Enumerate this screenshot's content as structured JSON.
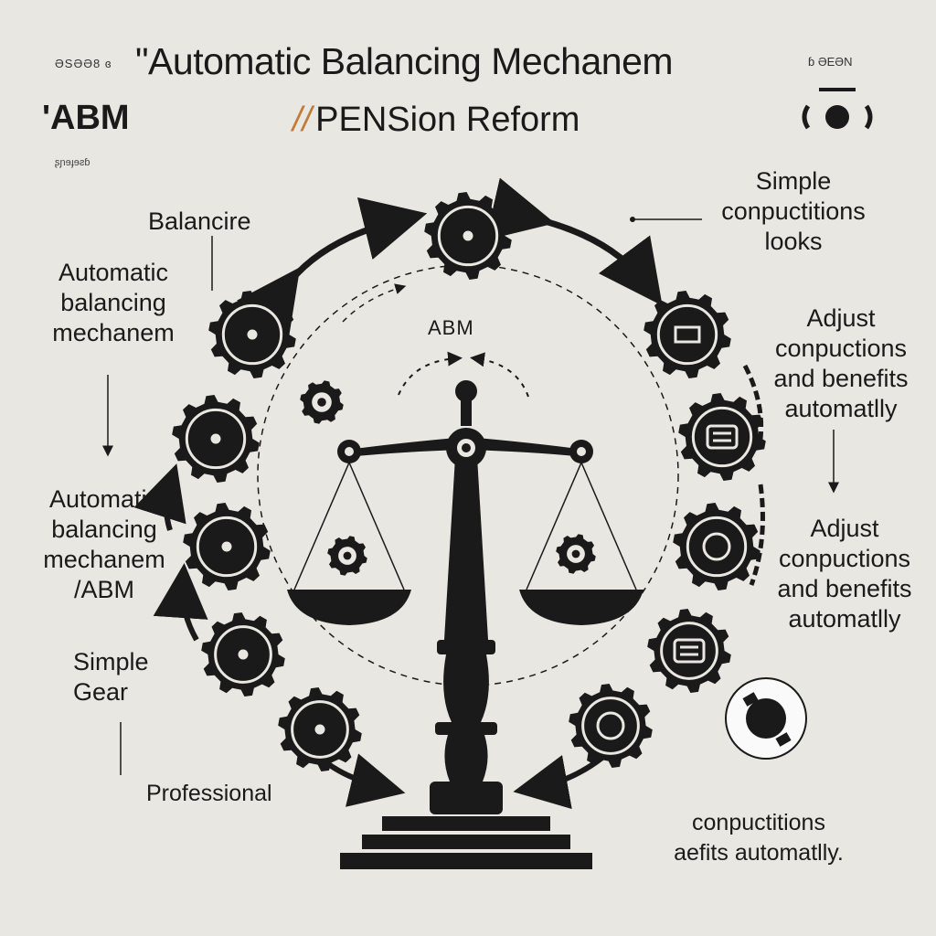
{
  "header": {
    "small_left": "ƏSƏƏ8 ɞ",
    "small_right": "ɓ ƏEƏN",
    "title": "\"Automatic Balancing Mechanem",
    "abm": "'ABM",
    "subtitle_mark": "//",
    "subtitle": "PENSion Reform",
    "tiny_caption": "ʂɲɘɟɘƨɓ"
  },
  "center": {
    "label": "ABM"
  },
  "labels": {
    "balancire": "Balancire",
    "simple_contributions": [
      "Simple",
      "conpuctitions",
      "looks"
    ],
    "left_top": [
      "Automatic",
      "balancing",
      "mechanem"
    ],
    "right_top": [
      "Adjust",
      "conpuctions",
      "and benefits",
      "automatlly"
    ],
    "left_mid": [
      "Automatic",
      "balancing",
      "mechanem",
      "/ABM"
    ],
    "right_mid": [
      "Adjust",
      "conpuctions",
      "and benefits",
      "automatlly"
    ],
    "simple_gears": [
      "Simple",
      "Gear"
    ],
    "professional": "Professional",
    "bottom_right": [
      "conpuctitions",
      "aefits automatlly."
    ]
  },
  "colors": {
    "background": "#e9e7e1",
    "ink": "#1a1a1a",
    "accent": "#c07a3a"
  }
}
